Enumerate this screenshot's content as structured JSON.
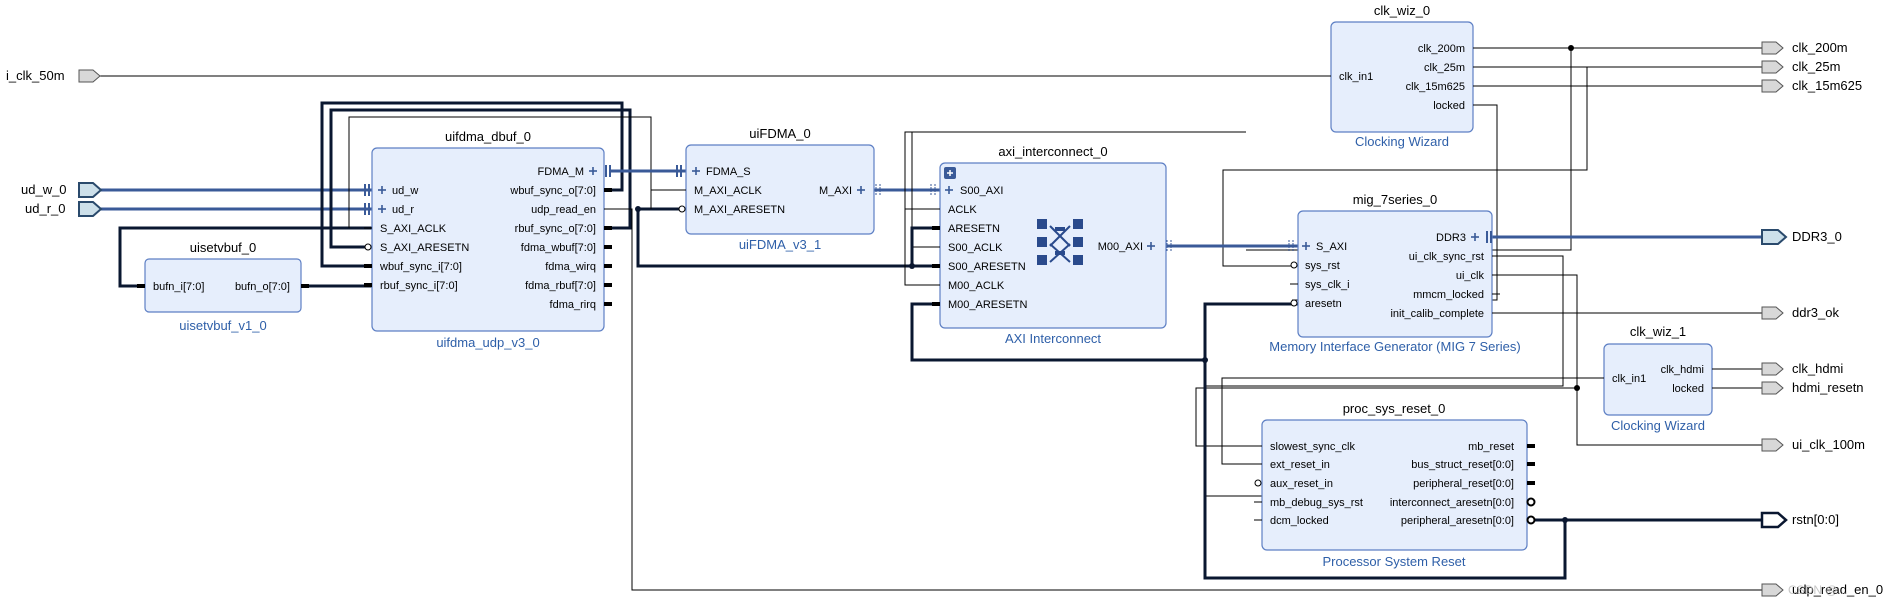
{
  "ports": {
    "i_clk_50m": "i_clk_50m",
    "ud_w_0": "ud_w_0",
    "ud_r_0": "ud_r_0",
    "clk_200m": "clk_200m",
    "clk_25m": "clk_25m",
    "clk_15m625": "clk_15m625",
    "ddr3_0": "DDR3_0",
    "ddr3_ok": "ddr3_ok",
    "clk_hdmi": "clk_hdmi",
    "hdmi_resetn": "hdmi_resetn",
    "ui_clk_100m": "ui_clk_100m",
    "rstn": "rstn[0:0]",
    "udp_read_en_0": "udp_read_en_0"
  },
  "blocks": {
    "uisetvbuf": {
      "instance": "uisetvbuf_0",
      "subtitle": "uisetvbuf_v1_0",
      "pins": [
        "bufn_i[7:0]",
        "bufn_o[7:0]"
      ]
    },
    "uifdma_dbuf": {
      "instance": "uifdma_dbuf_0",
      "subtitle": "uifdma_udp_v3_0",
      "pins_left": [
        "ud_w",
        "ud_r",
        "S_AXI_ACLK",
        "S_AXI_ARESETN",
        "wbuf_sync_i[7:0]",
        "rbuf_sync_i[7:0]"
      ],
      "pins_right": [
        "FDMA_M",
        "wbuf_sync_o[7:0]",
        "udp_read_en",
        "rbuf_sync_o[7:0]",
        "fdma_wbuf[7:0]",
        "fdma_wirq",
        "fdma_rbuf[7:0]",
        "fdma_rirq"
      ]
    },
    "uifdma": {
      "instance": "uiFDMA_0",
      "subtitle": "uiFDMA_v3_1",
      "pins_left": [
        "FDMA_S",
        "M_AXI_ACLK",
        "M_AXI_ARESETN"
      ],
      "pins_right": [
        "M_AXI"
      ]
    },
    "axi_ic": {
      "instance": "axi_interconnect_0",
      "subtitle": "AXI Interconnect",
      "pins_left": [
        "S00_AXI",
        "ACLK",
        "ARESETN",
        "S00_ACLK",
        "S00_ARESETN",
        "M00_ACLK",
        "M00_ARESETN"
      ],
      "pins_right": [
        "M00_AXI"
      ]
    },
    "clk_wiz_0": {
      "instance": "clk_wiz_0",
      "subtitle": "Clocking Wizard",
      "pins_left": [
        "clk_in1"
      ],
      "pins_right": [
        "clk_200m",
        "clk_25m",
        "clk_15m625",
        "locked"
      ]
    },
    "mig": {
      "instance": "mig_7series_0",
      "subtitle": "Memory Interface Generator (MIG 7 Series)",
      "pins_left": [
        "S_AXI",
        "sys_rst",
        "sys_clk_i",
        "aresetn"
      ],
      "pins_right": [
        "DDR3",
        "ui_clk_sync_rst",
        "ui_clk",
        "mmcm_locked",
        "init_calib_complete"
      ]
    },
    "clk_wiz_1": {
      "instance": "clk_wiz_1",
      "subtitle": "Clocking Wizard",
      "pins_left": [
        "clk_in1"
      ],
      "pins_right": [
        "clk_hdmi",
        "locked"
      ]
    },
    "psr": {
      "instance": "proc_sys_reset_0",
      "subtitle": "Processor System Reset",
      "pins_left": [
        "slowest_sync_clk",
        "ext_reset_in",
        "aux_reset_in",
        "mb_debug_sys_rst",
        "dcm_locked"
      ],
      "pins_right": [
        "mb_reset",
        "bus_struct_reset[0:0]",
        "peripheral_reset[0:0]",
        "interconnect_aresetn[0:0]",
        "peripheral_aresetn[0:0]"
      ]
    }
  },
  "watermark": "CSDN @..."
}
